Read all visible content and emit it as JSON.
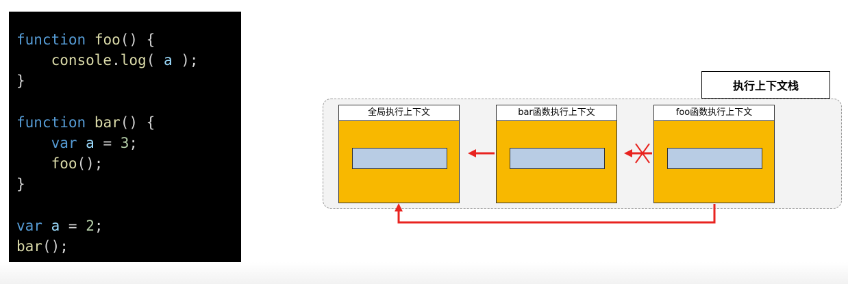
{
  "code": {
    "lines": [
      [
        {
          "t": "function",
          "c": "kw"
        },
        {
          "t": " ",
          "c": "plain"
        },
        {
          "t": "foo",
          "c": "fn"
        },
        {
          "t": "() {",
          "c": "plain"
        }
      ],
      [
        {
          "t": "    ",
          "c": "plain"
        },
        {
          "t": "console",
          "c": "fn"
        },
        {
          "t": ".",
          "c": "plain"
        },
        {
          "t": "log",
          "c": "fn"
        },
        {
          "t": "( ",
          "c": "plain"
        },
        {
          "t": "a",
          "c": "var"
        },
        {
          "t": " );",
          "c": "plain"
        }
      ],
      [
        {
          "t": "}",
          "c": "plain"
        }
      ],
      [],
      [
        {
          "t": "function",
          "c": "kw"
        },
        {
          "t": " ",
          "c": "plain"
        },
        {
          "t": "bar",
          "c": "fn"
        },
        {
          "t": "() {",
          "c": "plain"
        }
      ],
      [
        {
          "t": "    ",
          "c": "plain"
        },
        {
          "t": "var",
          "c": "kw"
        },
        {
          "t": " ",
          "c": "plain"
        },
        {
          "t": "a",
          "c": "var"
        },
        {
          "t": " = ",
          "c": "plain"
        },
        {
          "t": "3",
          "c": "num"
        },
        {
          "t": ";",
          "c": "plain"
        }
      ],
      [
        {
          "t": "    ",
          "c": "plain"
        },
        {
          "t": "foo",
          "c": "fn"
        },
        {
          "t": "();",
          "c": "plain"
        }
      ],
      [
        {
          "t": "}",
          "c": "plain"
        }
      ],
      [],
      [
        {
          "t": "var",
          "c": "kw"
        },
        {
          "t": " ",
          "c": "plain"
        },
        {
          "t": "a",
          "c": "var"
        },
        {
          "t": " = ",
          "c": "plain"
        },
        {
          "t": "2",
          "c": "num"
        },
        {
          "t": ";",
          "c": "plain"
        }
      ],
      [
        {
          "t": "bar",
          "c": "fn"
        },
        {
          "t": "();",
          "c": "plain"
        }
      ]
    ]
  },
  "diagram": {
    "stack_title": "执行上下文栈",
    "contexts": {
      "global": "全局执行上下文",
      "bar": "bar函数执行上下文",
      "foo": "foo函数执行上下文"
    }
  },
  "colors": {
    "context_fill": "#f8b800",
    "inner_fill": "#b8cce4",
    "arrow": "#e8231f"
  }
}
